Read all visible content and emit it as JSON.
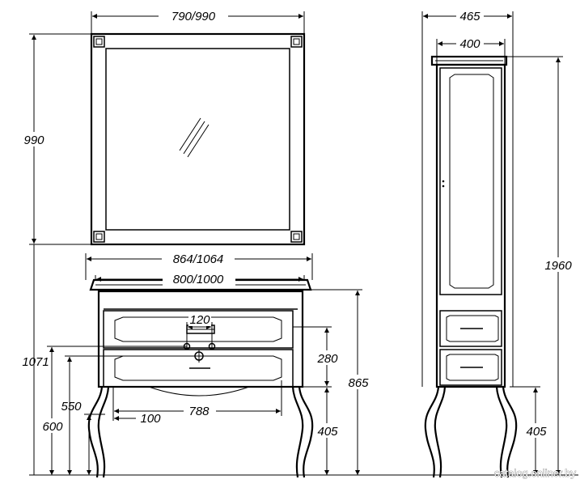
{
  "drawing": {
    "mirror": {
      "width_label": "790/990",
      "height_label": "990"
    },
    "vanity": {
      "top_width_label": "864/1064",
      "body_width_label": "800/1000",
      "faucet_spacing_label": "120",
      "height_from_floor_label": "1071",
      "drain_height_label": "550",
      "siphon_height_label": "600",
      "drawer_height_label": "280",
      "total_height_label": "865",
      "leg_height_label": "405",
      "inner_width_label": "788",
      "drain_offset_label": "100"
    },
    "cabinet": {
      "depth_label": "465",
      "width_label": "400",
      "height_label": "1960",
      "leg_height_label": "405"
    },
    "watermark": "catalog.onliner.by"
  }
}
